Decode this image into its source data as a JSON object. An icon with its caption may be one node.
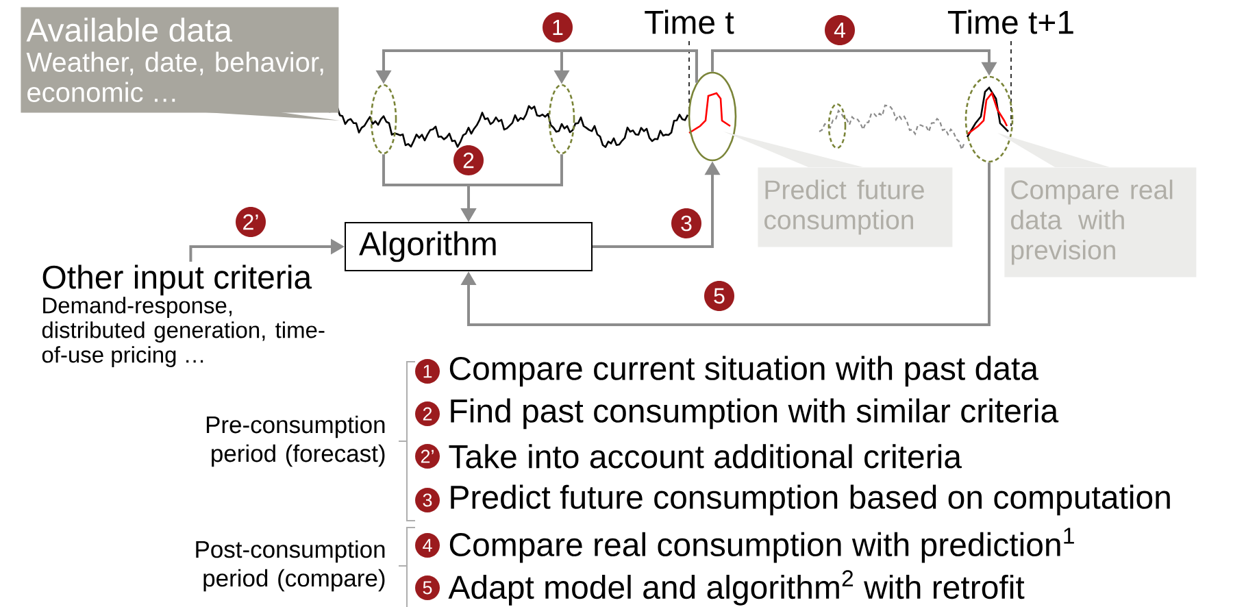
{
  "diagram": {
    "nodes": [
      {
        "text": [
          "Available data",
          "Weather, date, behavior, economic …"
        ]
      },
      {
        "text": [],
        "shape": "ellipse"
      },
      {
        "text": [],
        "shape": "ellipse"
      },
      {
        "text": [],
        "shape": "ellipse"
      },
      {
        "text": [],
        "shape": "ellipse"
      },
      {
        "text": [],
        "shape": "ellipse"
      },
      {
        "text": [
          "Algorithm"
        ]
      },
      {
        "text": [
          "Other input criteria",
          "Demand-response, distributed generation, time-of-use pricing …"
        ]
      },
      {
        "text": [
          "Predict future consumption"
        ]
      },
      {
        "text": [
          "Compare real data with prevision"
        ]
      }
    ],
    "edges": [
      {
        "from": 3,
        "to": 1,
        "arrow": "to",
        "label": "1"
      },
      {
        "from": 3,
        "to": 2,
        "arrow": "to"
      },
      {
        "from": 1,
        "to": 6,
        "arrow": "to",
        "label": "2"
      },
      {
        "from": 2,
        "to": 6,
        "arrow": "to"
      },
      {
        "from": 7,
        "to": 6,
        "arrow": "to",
        "label": "2’"
      },
      {
        "from": 6,
        "to": 3,
        "arrow": "to",
        "label": "3"
      },
      {
        "from": 3,
        "to": 5,
        "arrow": "to",
        "label": "4"
      },
      {
        "from": 5,
        "to": 6,
        "arrow": "to",
        "label": "5"
      }
    ],
    "labels": [
      "Time t",
      "Time t+1",
      "Pre-consumption period (forecast)",
      "Post-consumption period (compare)",
      "1",
      "Compare current situation with past data",
      "2",
      "Find past consumption with similar criteria",
      "2’",
      "Take into account additional criteria",
      "3",
      "Predict future consumption based on computation",
      "4",
      "Compare real consumption with prediction$^{1}$",
      "5",
      "Adapt model and algorithm$^{2}$ with retrofit"
    ]
  }
}
